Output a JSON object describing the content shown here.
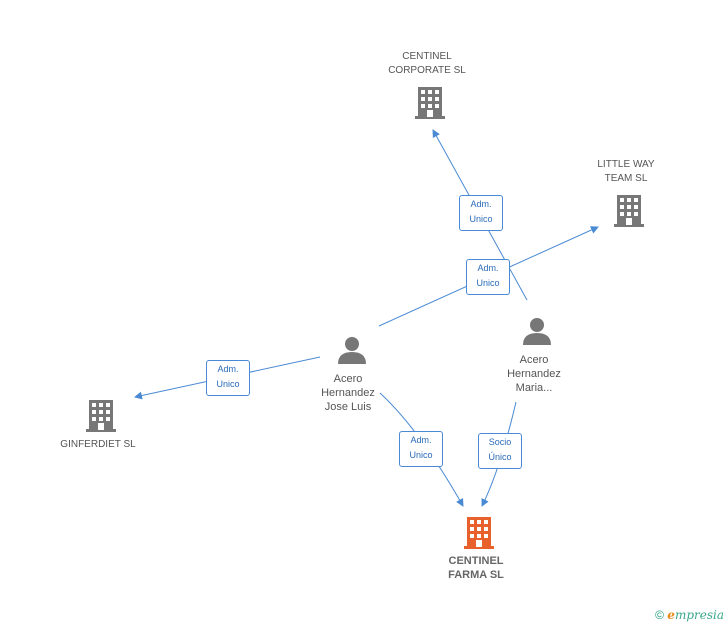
{
  "nodes": {
    "centinel_corporate": {
      "label_line1": "CENTINEL",
      "label_line2": "CORPORATE  SL",
      "icon": "building-icon",
      "color": "#777777"
    },
    "little_way": {
      "label_line1": "LITTLE WAY",
      "label_line2": "TEAM  SL",
      "icon": "building-icon",
      "color": "#777777"
    },
    "ginferdiet": {
      "label_line1": "GINFERDIET SL",
      "icon": "building-icon",
      "color": "#777777"
    },
    "centinel_farma": {
      "label_line1": "CENTINEL",
      "label_line2": "FARMA SL",
      "icon": "building-icon",
      "color": "#e8612c"
    },
    "person_jose": {
      "label_line1": "Acero",
      "label_line2": "Hernandez",
      "label_line3": "Jose Luis",
      "icon": "person-icon",
      "color": "#777777"
    },
    "person_maria": {
      "label_line1": "Acero",
      "label_line2": "Hernandez",
      "label_line3": "Maria...",
      "icon": "person-icon",
      "color": "#777777"
    }
  },
  "edges": {
    "maria_corporate": {
      "line1": "Adm.",
      "line2": "Unico"
    },
    "jose_littleway": {
      "line1": "Adm.",
      "line2": "Unico"
    },
    "jose_ginferdiet": {
      "line1": "Adm.",
      "line2": "Unico"
    },
    "jose_farma": {
      "line1": "Adm.",
      "line2": "Unico"
    },
    "maria_farma": {
      "line1": "Socio",
      "line2": "Único"
    }
  },
  "colors": {
    "edge": "#4a8ad4"
  },
  "footer": {
    "copyright": "©",
    "brand_initial": "e",
    "brand_rest": "mpresia"
  }
}
